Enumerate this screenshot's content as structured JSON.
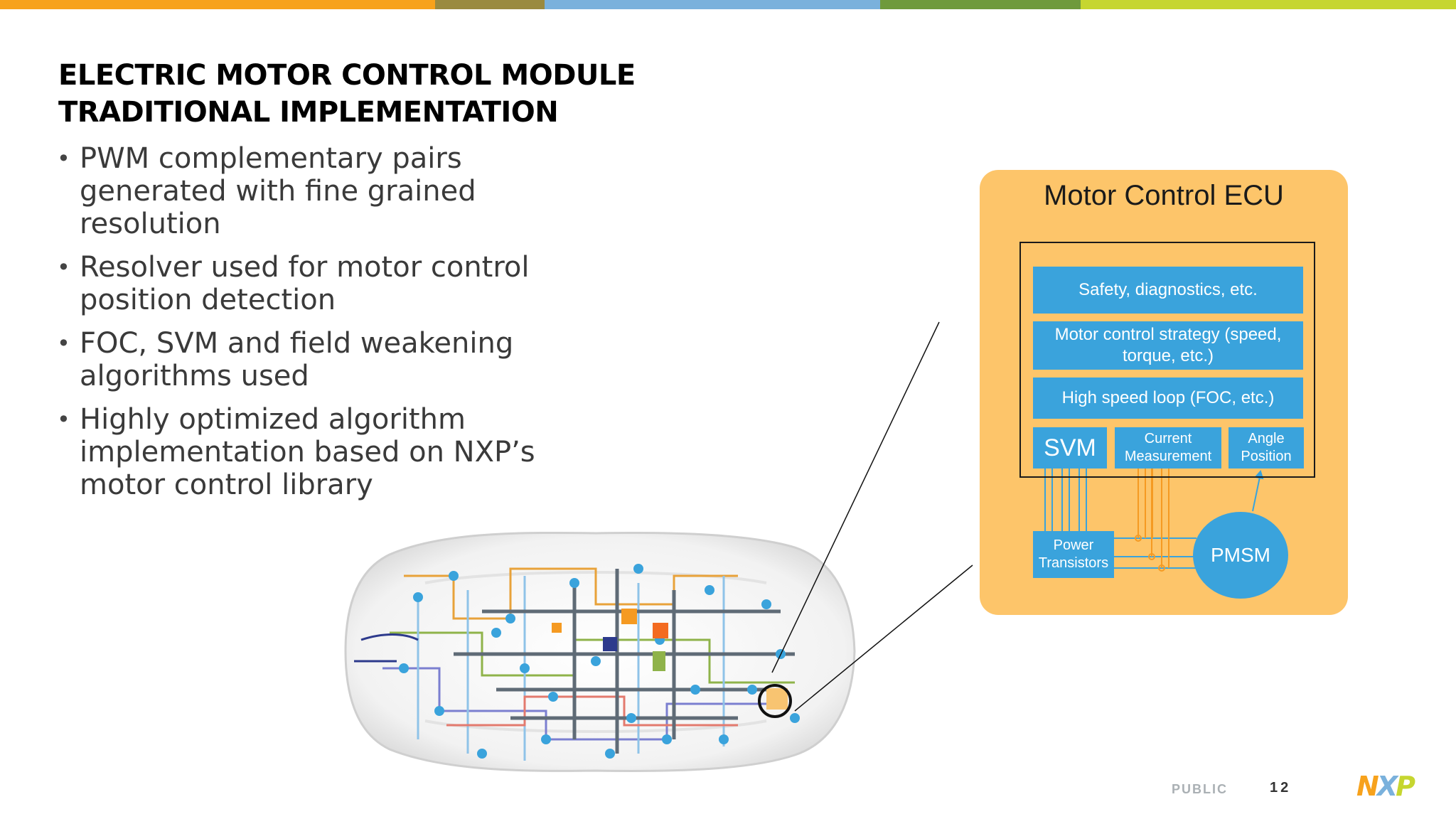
{
  "slide": {
    "title_lines": [
      "ELECTRIC MOTOR CONTROL MODULE",
      "TRADITIONAL IMPLEMENTATION"
    ],
    "bullets": [
      [
        "PWM complementary pairs",
        "generated with fine grained",
        "resolution"
      ],
      [
        "Resolver used for motor control",
        "position detection"
      ],
      [
        "FOC, SVM and field weakening",
        "algorithms used"
      ],
      [
        "Highly optimized algorithm",
        "implementation based on NXP’s",
        "motor control library"
      ]
    ],
    "bullet_glyph": "•"
  },
  "colors": {
    "bar": [
      "#f7a21c",
      "#9a8a3f",
      "#7ab1dc",
      "#6f9a3c",
      "#c6d630"
    ],
    "ecu_bg": "#fdc56a",
    "block_blue": "#3aa3dc",
    "line_blue": "#3aa3dc",
    "line_orange": "#f59a22"
  },
  "diagram": {
    "title": "Motor Control ECU",
    "blocks": {
      "safety": "Safety, diagnostics, etc.",
      "strategy": [
        "Motor control strategy (speed,",
        "torque, etc.)"
      ],
      "loop": "High speed loop (FOC, etc.)",
      "svm": "SVM",
      "current": [
        "Current",
        "Measurement"
      ],
      "angle": [
        "Angle",
        "Position"
      ],
      "power": [
        "Power",
        "Transistors"
      ],
      "pmsm": "PMSM"
    }
  },
  "illustration": {
    "description_icon": "car-network-icon",
    "highlight_icon": "ecu-highlight-circle-icon"
  },
  "footer": {
    "classification": "PUBLIC",
    "page": "12",
    "logo_letters": [
      "N",
      "X",
      "P"
    ]
  }
}
